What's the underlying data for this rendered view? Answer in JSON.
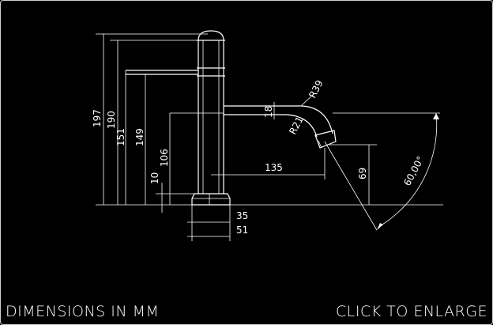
{
  "captions": {
    "units": "DIMENSIONS IN MM",
    "enlarge": "CLICK TO ENLARGE"
  },
  "dimensions": {
    "d197": "197",
    "d190": "190",
    "d151": "151",
    "d149": "149",
    "d106": "106",
    "d10": "10",
    "d18": "18",
    "r39": "R39",
    "r21": "R21",
    "d135": "135",
    "d69": "69",
    "angle": "60,00°",
    "d35": "35",
    "d51": "51"
  },
  "colors": {
    "background": "#000000",
    "line": "#ffffff"
  }
}
